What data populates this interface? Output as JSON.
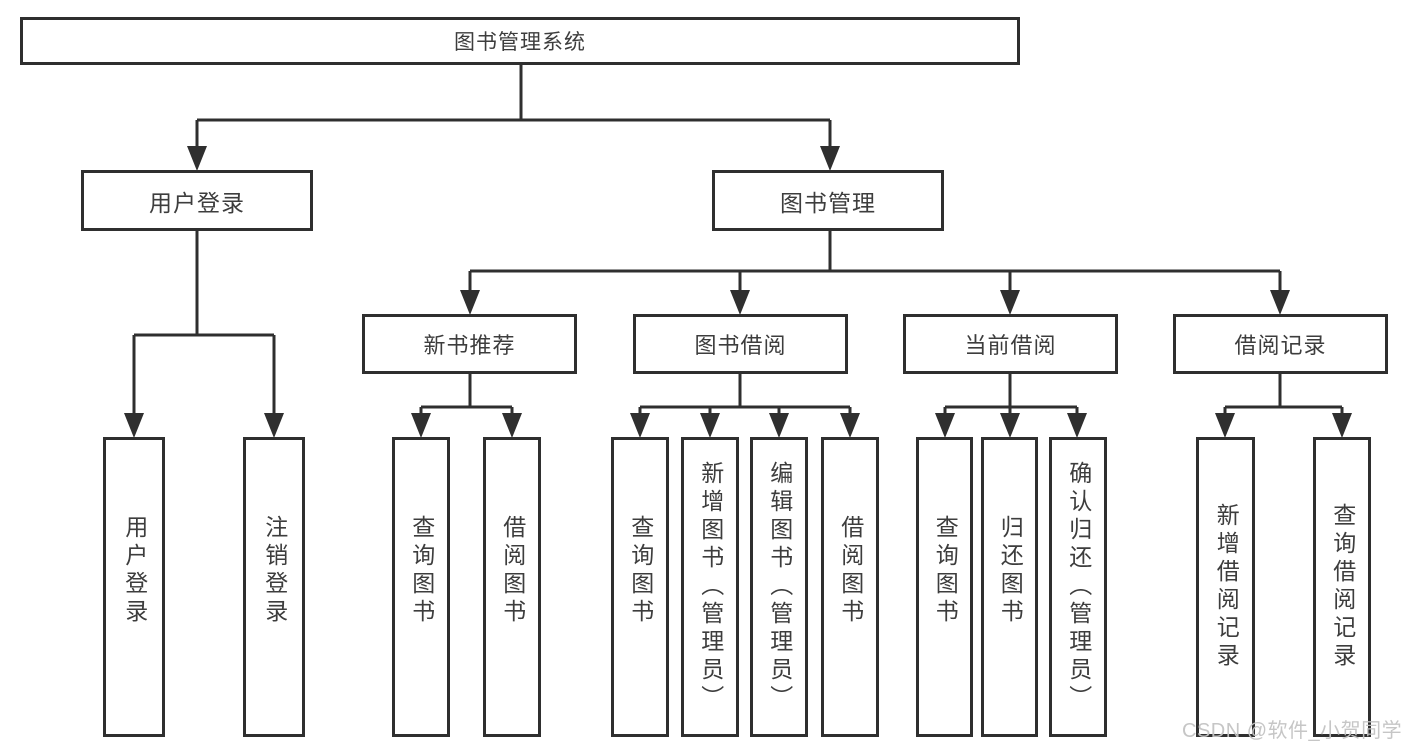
{
  "diagram": {
    "type": "tree",
    "title": "图书管理系统",
    "nodes": {
      "root": "图书管理系统",
      "user_login": "用户登录",
      "book_mgmt": "图书管理",
      "new_book_rec": "新书推荐",
      "book_borrow": "图书借阅",
      "current_borrow": "当前借阅",
      "borrow_record": "借阅记录",
      "leaf_user_login": "用户登录",
      "leaf_logout": "注销登录",
      "leaf_nbr_query": "查询图书",
      "leaf_nbr_borrow": "借阅图书",
      "leaf_bb_query": "查询图书",
      "leaf_bb_add": "新增图书（管理员）",
      "leaf_bb_edit": "编辑图书（管理员）",
      "leaf_bb_borrow": "借阅图书",
      "leaf_cb_query": "查询图书",
      "leaf_cb_return": "归还图书",
      "leaf_cb_confirm": "确认归还（管理员）",
      "leaf_br_add": "新增借阅记录",
      "leaf_br_query": "查询借阅记录"
    },
    "edges": [
      [
        "root",
        "user_login"
      ],
      [
        "root",
        "book_mgmt"
      ],
      [
        "user_login",
        "leaf_user_login"
      ],
      [
        "user_login",
        "leaf_logout"
      ],
      [
        "book_mgmt",
        "new_book_rec"
      ],
      [
        "book_mgmt",
        "book_borrow"
      ],
      [
        "book_mgmt",
        "current_borrow"
      ],
      [
        "book_mgmt",
        "borrow_record"
      ],
      [
        "new_book_rec",
        "leaf_nbr_query"
      ],
      [
        "new_book_rec",
        "leaf_nbr_borrow"
      ],
      [
        "book_borrow",
        "leaf_bb_query"
      ],
      [
        "book_borrow",
        "leaf_bb_add"
      ],
      [
        "book_borrow",
        "leaf_bb_edit"
      ],
      [
        "book_borrow",
        "leaf_bb_borrow"
      ],
      [
        "current_borrow",
        "leaf_cb_query"
      ],
      [
        "current_borrow",
        "leaf_cb_return"
      ],
      [
        "current_borrow",
        "leaf_cb_confirm"
      ],
      [
        "borrow_record",
        "leaf_br_add"
      ],
      [
        "borrow_record",
        "leaf_br_query"
      ]
    ],
    "colors": {
      "stroke": "#2f2f2f",
      "text": "#3d3d3d",
      "background": "#ffffff",
      "watermark": "#c3c3c3"
    }
  },
  "watermark": "CSDN @软件_小贺同学"
}
